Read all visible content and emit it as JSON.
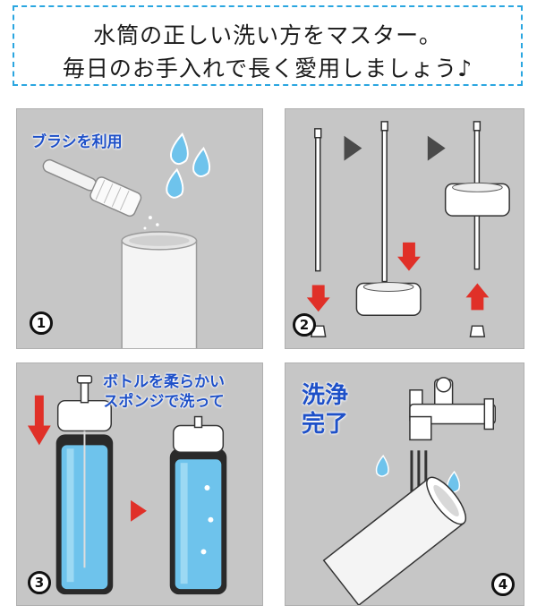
{
  "header": {
    "line1": "水筒の正しい洗い方をマスター。",
    "line2": "毎日のお手入れで長く愛用しましょう♪",
    "border_color": "#2aa6e0"
  },
  "panels": [
    {
      "step": "1",
      "caption": "ブラシを利用"
    },
    {
      "step": "2",
      "caption": ""
    },
    {
      "step": "3",
      "caption_line1": "ボトルを柔らかい",
      "caption_line2": "スポンジで洗って"
    },
    {
      "step": "4",
      "caption_line1": "洗浄",
      "caption_line2": "完了"
    }
  ],
  "colors": {
    "panel_bg": "#c6c6c6",
    "caption": "#1e50c8",
    "water": "#6ec3ec",
    "arrow_red": "#e03028",
    "arrow_gray": "#4a4a4a"
  },
  "icons": [
    "brush-icon",
    "water-drop-icon",
    "bottle-icon",
    "straw-icon",
    "cap-icon",
    "faucet-icon",
    "arrow-icon"
  ]
}
